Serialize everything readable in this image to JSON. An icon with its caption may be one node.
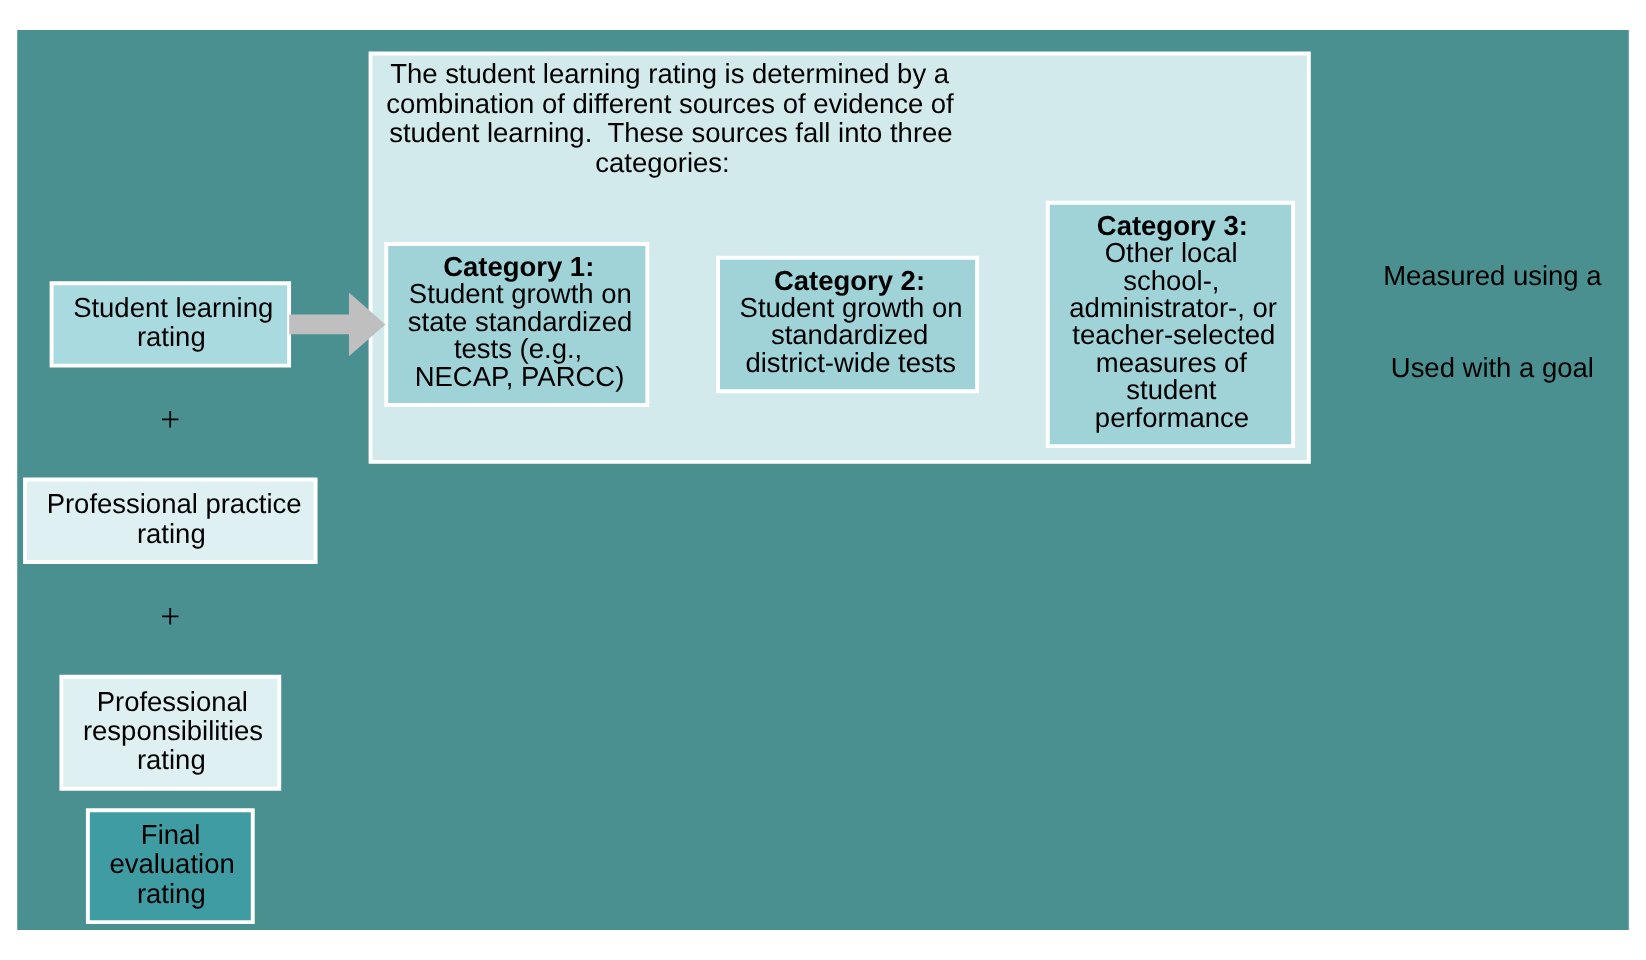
{
  "diagram": {
    "nodes": [
      {
        "text": [
          "Student learning rating"
        ]
      },
      {
        "text": [
          "Professional practice rating"
        ]
      },
      {
        "text": [
          "Professional responsibilities rating"
        ]
      },
      {
        "text": [
          "Final evaluation rating"
        ]
      },
      {
        "text": [
          "The student learning rating is determined by a combination of different sources of evidence of student learning.  These sources fall into three categories:"
        ]
      },
      {
        "text": [
          "Category 1:",
          "Student growth on state standardized tests (e.g., NECAP, PARCC)"
        ],
        "in": 4
      },
      {
        "text": [
          "Category 2:",
          "Student growth on standardized district-wide tests"
        ],
        "in": 4
      },
      {
        "text": [
          "Category 3:",
          "Other local school-, administrator-, or teacher-selected measures of student performance"
        ],
        "in": 4
      }
    ],
    "edges": [
      {
        "from": 0,
        "to": 4,
        "arrow": "to",
        "color": "#bfbfbf"
      }
    ],
    "labels": [
      "+",
      "+",
      "Measured using a",
      "Used with a goal"
    ]
  }
}
